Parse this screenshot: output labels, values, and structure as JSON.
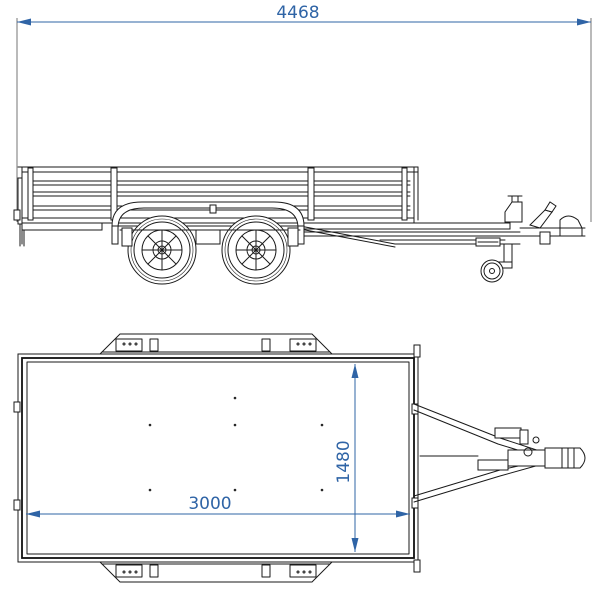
{
  "dimensions": {
    "overall_length": "4468",
    "deck_length": "3000",
    "deck_width": "1480"
  },
  "colors": {
    "dimension": "#2f64a6",
    "linework": "#1a1a1a",
    "background": "#ffffff"
  }
}
